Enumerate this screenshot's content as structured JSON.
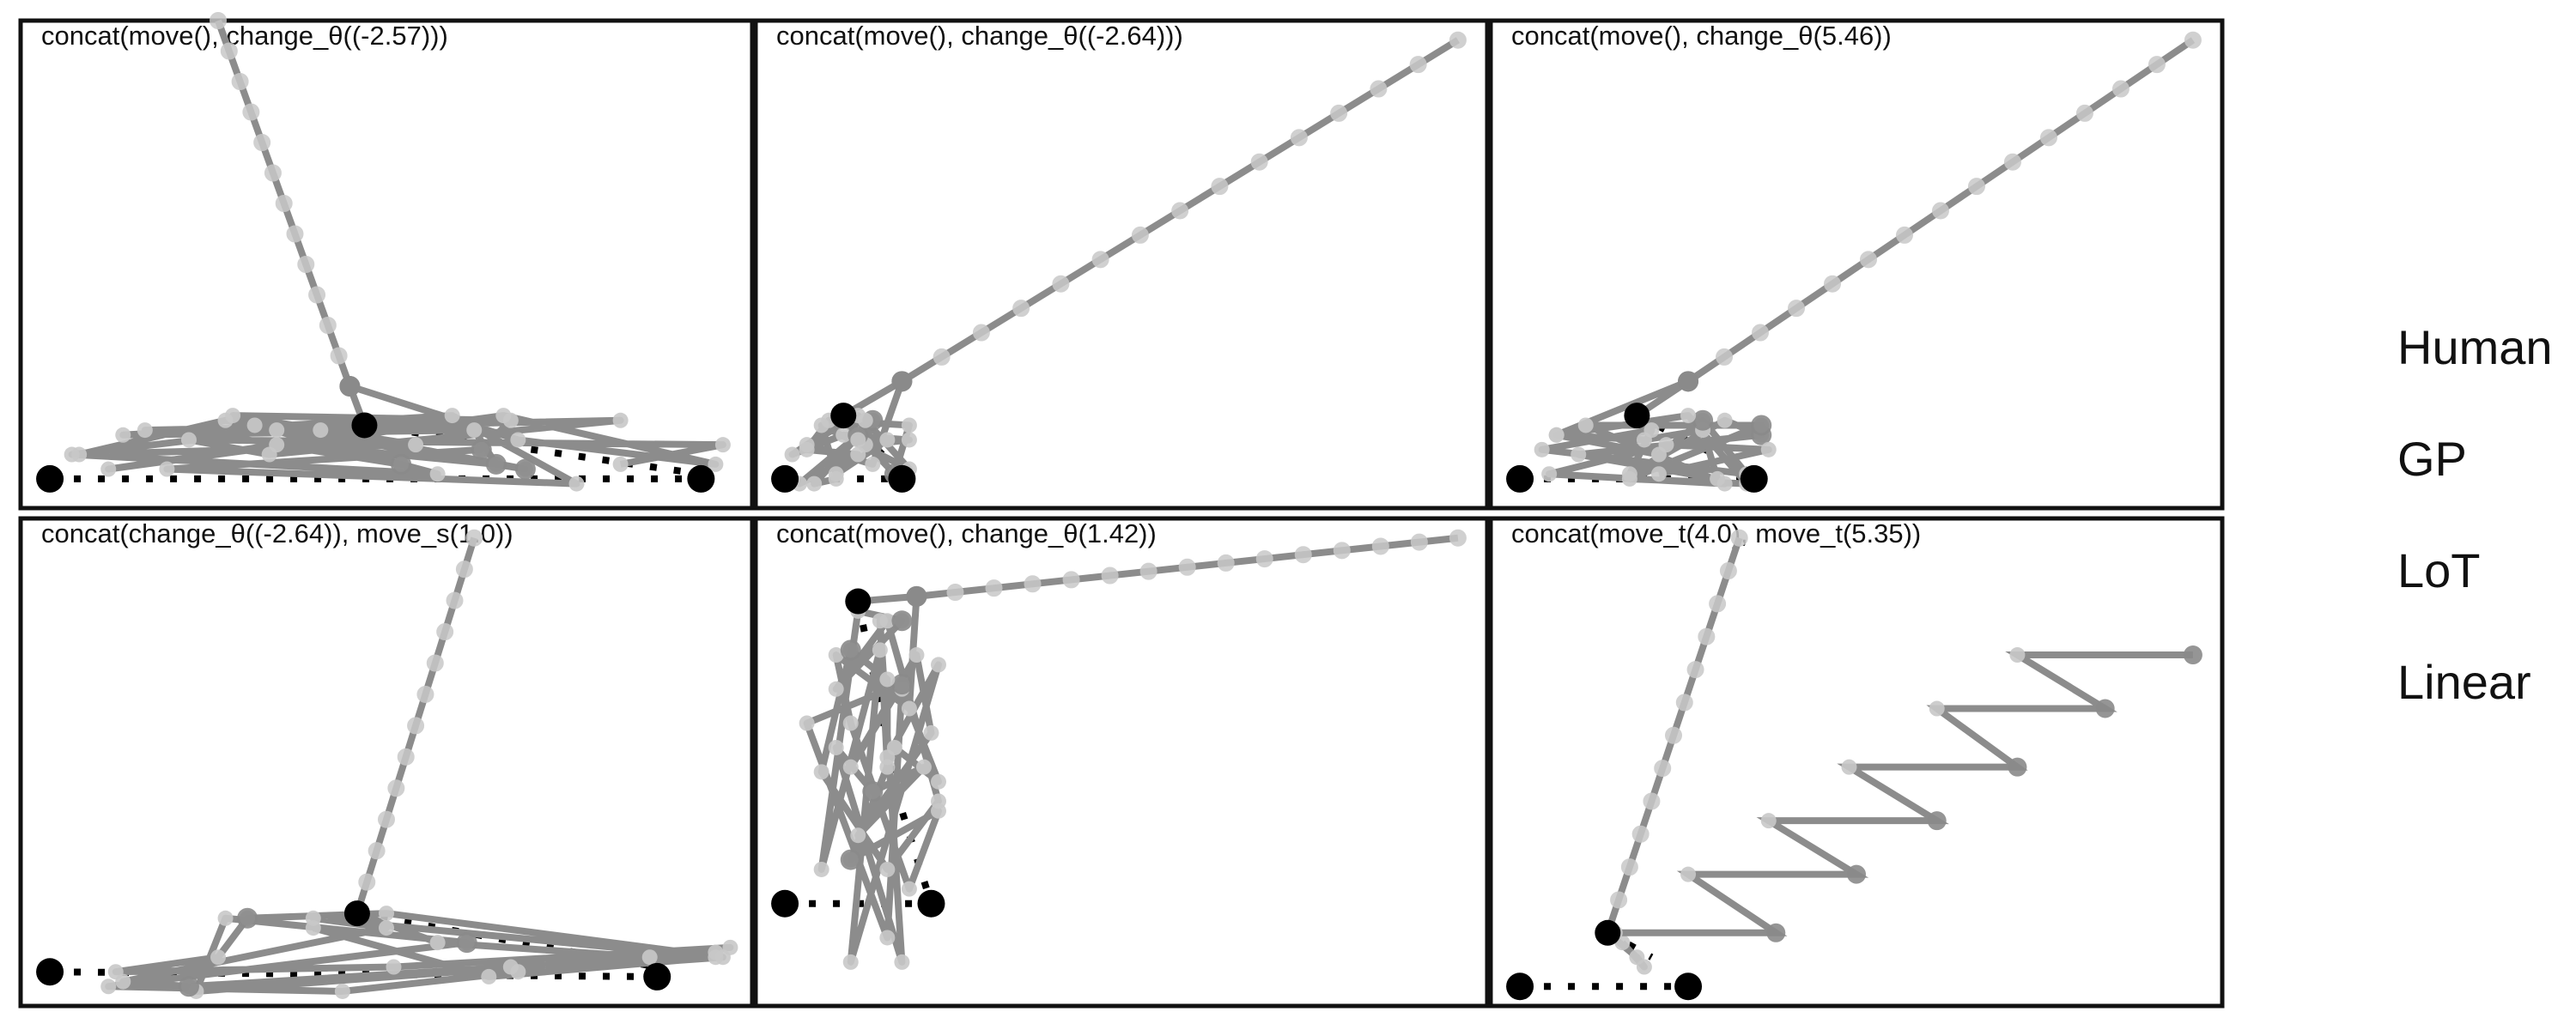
{
  "panels": [
    {
      "title": "concat(move(), change_θ((-2.57)))",
      "dots": [
        [
          0.04,
          0.94
        ],
        [
          0.93,
          0.94
        ]
      ],
      "dotted": [
        [
          0.04,
          0.94
        ],
        [
          0.93,
          0.94
        ]
      ],
      "curl_dots": [
        [
          0.47,
          0.83
        ]
      ],
      "curl_dotted": [
        [
          0.47,
          0.83
        ],
        [
          0.93,
          0.93
        ]
      ],
      "pre": [
        [
          0.47,
          0.83
        ],
        [
          0.45,
          0.75
        ]
      ],
      "loops": [
        [
          [
            0.45,
            0.75
          ],
          [
            0.68,
            0.86
          ],
          [
            0.95,
            0.91
          ],
          [
            0.66,
            0.81
          ],
          [
            0.12,
            0.92
          ],
          [
            0.35,
            0.87
          ],
          [
            0.52,
            0.91
          ]
        ],
        [
          [
            0.52,
            0.91
          ],
          [
            0.35,
            0.84
          ],
          [
            0.07,
            0.89
          ],
          [
            0.57,
            0.93
          ],
          [
            0.32,
            0.83
          ],
          [
            0.41,
            0.84
          ],
          [
            0.69,
            0.92
          ]
        ],
        [
          [
            0.69,
            0.92
          ],
          [
            0.28,
            0.82
          ],
          [
            0.08,
            0.89
          ],
          [
            0.54,
            0.87
          ],
          [
            0.29,
            0.81
          ],
          [
            0.67,
            0.82
          ],
          [
            0.63,
            0.88
          ]
        ],
        [
          [
            0.63,
            0.88
          ],
          [
            0.2,
            0.92
          ],
          [
            0.76,
            0.95
          ],
          [
            0.59,
            0.81
          ],
          [
            0.14,
            0.85
          ],
          [
            0.62,
            0.84
          ],
          [
            0.65,
            0.91
          ]
        ],
        [
          [
            0.65,
            0.91
          ],
          [
            0.17,
            0.84
          ],
          [
            0.82,
            0.82
          ],
          [
            0.34,
            0.89
          ],
          [
            0.23,
            0.86
          ],
          [
            0.96,
            0.87
          ],
          [
            0.82,
            0.91
          ]
        ]
      ],
      "line": [
        [
          0.45,
          0.75
        ],
        [
          0.27,
          0.0
        ]
      ],
      "line_ticks": 12
    },
    {
      "title": "concat(move(), change_θ((-2.64)))",
      "dots": [
        [
          0.04,
          0.94
        ],
        [
          0.2,
          0.94
        ]
      ],
      "dotted": [
        [
          0.04,
          0.94
        ],
        [
          0.2,
          0.94
        ]
      ],
      "curl_dots": [
        [
          0.12,
          0.81
        ]
      ],
      "curl_dotted": [
        [
          0.12,
          0.81
        ],
        [
          0.2,
          0.93
        ]
      ],
      "pre": [
        [
          0.12,
          0.81
        ],
        [
          0.2,
          0.74
        ]
      ],
      "loops": [
        [
          [
            0.2,
            0.74
          ],
          [
            0.16,
            0.91
          ],
          [
            0.07,
            0.87
          ],
          [
            0.14,
            0.81
          ],
          [
            0.11,
            0.94
          ],
          [
            0.08,
            0.95
          ],
          [
            0.16,
            0.82
          ]
        ],
        [
          [
            0.16,
            0.82
          ],
          [
            0.15,
            0.87
          ],
          [
            0.21,
            0.86
          ],
          [
            0.12,
            0.85
          ],
          [
            0.05,
            0.89
          ],
          [
            0.12,
            0.82
          ],
          [
            0.19,
            0.93
          ]
        ],
        [
          [
            0.19,
            0.93
          ],
          [
            0.21,
            0.83
          ],
          [
            0.1,
            0.82
          ],
          [
            0.07,
            0.88
          ],
          [
            0.14,
            0.89
          ],
          [
            0.06,
            0.95
          ],
          [
            0.14,
            0.85
          ]
        ],
        [
          [
            0.14,
            0.85
          ],
          [
            0.18,
            0.86
          ],
          [
            0.11,
            0.93
          ],
          [
            0.09,
            0.83
          ],
          [
            0.21,
            0.92
          ],
          [
            0.15,
            0.82
          ],
          [
            0.14,
            0.86
          ]
        ]
      ],
      "line": [
        [
          0.2,
          0.74
        ],
        [
          0.96,
          0.04
        ]
      ],
      "line_ticks": 14
    },
    {
      "title": "concat(move(), change_θ(5.46))",
      "dots": [
        [
          0.04,
          0.94
        ],
        [
          0.36,
          0.94
        ]
      ],
      "dotted": [
        [
          0.04,
          0.94
        ],
        [
          0.36,
          0.94
        ]
      ],
      "curl_dots": [
        [
          0.2,
          0.81
        ]
      ],
      "curl_dotted": [
        [
          0.2,
          0.81
        ],
        [
          0.36,
          0.93
        ]
      ],
      "pre": [
        [
          0.2,
          0.81
        ],
        [
          0.27,
          0.74
        ]
      ],
      "loops": [
        [
          [
            0.27,
            0.74
          ],
          [
            0.09,
            0.85
          ],
          [
            0.21,
            0.86
          ],
          [
            0.29,
            0.84
          ],
          [
            0.31,
            0.94
          ],
          [
            0.12,
            0.89
          ],
          [
            0.37,
            0.85
          ]
        ],
        [
          [
            0.37,
            0.85
          ],
          [
            0.32,
            0.82
          ],
          [
            0.19,
            0.93
          ],
          [
            0.22,
            0.84
          ],
          [
            0.07,
            0.88
          ],
          [
            0.35,
            0.93
          ],
          [
            0.29,
            0.82
          ]
        ],
        [
          [
            0.29,
            0.82
          ],
          [
            0.23,
            0.89
          ],
          [
            0.09,
            0.85
          ],
          [
            0.27,
            0.81
          ],
          [
            0.35,
            0.95
          ],
          [
            0.19,
            0.94
          ],
          [
            0.37,
            0.83
          ]
        ],
        [
          [
            0.37,
            0.83
          ],
          [
            0.13,
            0.83
          ],
          [
            0.32,
            0.95
          ],
          [
            0.08,
            0.93
          ],
          [
            0.24,
            0.87
          ],
          [
            0.38,
            0.88
          ],
          [
            0.23,
            0.93
          ]
        ]
      ],
      "line": [
        [
          0.27,
          0.74
        ],
        [
          0.96,
          0.04
        ]
      ],
      "line_ticks": 14
    },
    {
      "title": "concat(change_θ((-2.64)), move_s(1.0))",
      "dots": [
        [
          0.04,
          0.93
        ],
        [
          0.87,
          0.94
        ]
      ],
      "dotted": [
        [
          0.04,
          0.93
        ],
        [
          0.87,
          0.94
        ]
      ],
      "curl_dots": [
        [
          0.46,
          0.81
        ]
      ],
      "curl_dotted": [
        [
          0.46,
          0.81
        ],
        [
          0.87,
          0.92
        ]
      ],
      "pre": [
        [
          0.46,
          0.81
        ],
        [
          0.46,
          0.81
        ]
      ],
      "loops": [
        [
          [
            0.46,
            0.81
          ],
          [
            0.57,
            0.87
          ],
          [
            0.86,
            0.9
          ],
          [
            0.95,
            0.89
          ],
          [
            0.24,
            0.97
          ],
          [
            0.28,
            0.82
          ],
          [
            0.61,
            0.87
          ]
        ],
        [
          [
            0.61,
            0.87
          ],
          [
            0.12,
            0.96
          ],
          [
            0.44,
            0.97
          ],
          [
            0.68,
            0.93
          ],
          [
            0.96,
            0.9
          ],
          [
            0.5,
            0.81
          ],
          [
            0.31,
            0.82
          ]
        ],
        [
          [
            0.31,
            0.82
          ],
          [
            0.27,
            0.9
          ],
          [
            0.13,
            0.93
          ],
          [
            0.51,
            0.92
          ],
          [
            0.97,
            0.88
          ],
          [
            0.67,
            0.92
          ],
          [
            0.23,
            0.96
          ]
        ],
        [
          [
            0.23,
            0.96
          ],
          [
            0.14,
            0.95
          ],
          [
            0.5,
            0.84
          ],
          [
            0.4,
            0.82
          ],
          [
            0.95,
            0.9
          ],
          [
            0.64,
            0.94
          ],
          [
            0.4,
            0.84
          ]
        ]
      ],
      "line": [
        [
          0.46,
          0.81
        ],
        [
          0.62,
          0.04
        ]
      ],
      "line_ticks": 12
    },
    {
      "title": "concat(move(), change_θ(1.42))",
      "dots": [
        [
          0.04,
          0.79
        ],
        [
          0.24,
          0.79
        ]
      ],
      "dotted": [
        [
          0.04,
          0.79
        ],
        [
          0.24,
          0.79
        ]
      ],
      "curl_dots": [
        [
          0.14,
          0.17
        ]
      ],
      "curl_dotted": [
        [
          0.14,
          0.17
        ],
        [
          0.2,
          0.6
        ],
        [
          0.24,
          0.79
        ]
      ],
      "pre": [
        [
          0.14,
          0.17
        ],
        [
          0.22,
          0.16
        ]
      ],
      "loops": [
        [
          [
            0.22,
            0.16
          ],
          [
            0.21,
            0.39
          ],
          [
            0.11,
            0.28
          ],
          [
            0.13,
            0.42
          ],
          [
            0.21,
            0.76
          ],
          [
            0.25,
            0.6
          ],
          [
            0.13,
            0.7
          ]
        ],
        [
          [
            0.13,
            0.7
          ],
          [
            0.19,
            0.47
          ],
          [
            0.25,
            0.54
          ],
          [
            0.2,
            0.35
          ],
          [
            0.18,
            0.86
          ],
          [
            0.07,
            0.42
          ],
          [
            0.2,
            0.34
          ]
        ],
        [
          [
            0.2,
            0.34
          ],
          [
            0.13,
            0.51
          ],
          [
            0.22,
            0.28
          ],
          [
            0.24,
            0.44
          ],
          [
            0.14,
            0.65
          ],
          [
            0.23,
            0.51
          ],
          [
            0.16,
            0.56
          ]
        ],
        [
          [
            0.16,
            0.56
          ],
          [
            0.11,
            0.47
          ],
          [
            0.2,
            0.91
          ],
          [
            0.17,
            0.21
          ],
          [
            0.18,
            0.51
          ],
          [
            0.18,
            0.33
          ],
          [
            0.13,
            0.27
          ]
        ],
        [
          [
            0.13,
            0.27
          ],
          [
            0.09,
            0.52
          ],
          [
            0.18,
            0.72
          ],
          [
            0.25,
            0.58
          ],
          [
            0.18,
            0.21
          ],
          [
            0.11,
            0.35
          ],
          [
            0.2,
            0.21
          ]
        ],
        [
          [
            0.2,
            0.21
          ],
          [
            0.14,
            0.19
          ],
          [
            0.09,
            0.72
          ],
          [
            0.17,
            0.27
          ],
          [
            0.13,
            0.91
          ],
          [
            0.25,
            0.3
          ],
          [
            0.18,
            0.49
          ]
        ]
      ],
      "line": [
        [
          0.22,
          0.16
        ],
        [
          0.96,
          0.04
        ]
      ],
      "line_ticks": 14
    },
    {
      "title": "concat(move_t(4.0), move_t(5.35))",
      "dots": [
        [
          0.04,
          0.96
        ],
        [
          0.27,
          0.96
        ]
      ],
      "dotted": [
        [
          0.04,
          0.96
        ],
        [
          0.27,
          0.96
        ]
      ],
      "curl_dots": [
        [
          0.16,
          0.85
        ]
      ],
      "curl_dotted": [
        [
          0.16,
          0.85
        ],
        [
          0.22,
          0.9
        ]
      ],
      "pre": [
        [
          0.16,
          0.85
        ],
        [
          0.16,
          0.85
        ]
      ],
      "loops": [
        [
          [
            0.16,
            0.85
          ],
          [
            0.2,
            0.9
          ],
          [
            0.21,
            0.92
          ],
          [
            0.18,
            0.87
          ]
        ]
      ],
      "line": [
        [
          0.16,
          0.85
        ],
        [
          0.34,
          0.04
        ]
      ],
      "line_ticks": 12,
      "zigzag": [
        [
          0.17,
          0.85
        ],
        [
          0.39,
          0.85
        ],
        [
          0.27,
          0.73
        ],
        [
          0.5,
          0.73
        ],
        [
          0.38,
          0.62
        ],
        [
          0.61,
          0.62
        ],
        [
          0.49,
          0.51
        ],
        [
          0.72,
          0.51
        ],
        [
          0.61,
          0.39
        ],
        [
          0.84,
          0.39
        ],
        [
          0.72,
          0.28
        ],
        [
          0.96,
          0.28
        ]
      ]
    }
  ],
  "legend": [
    "Human",
    "GP",
    "LoT",
    "Linear"
  ],
  "colors": {
    "border": "#111111",
    "path": "#8c8c8c",
    "marker_light": "#c8c8c8",
    "marker_mid": "#8a8a8a",
    "dot": "#000000",
    "title_text": "#111111"
  }
}
